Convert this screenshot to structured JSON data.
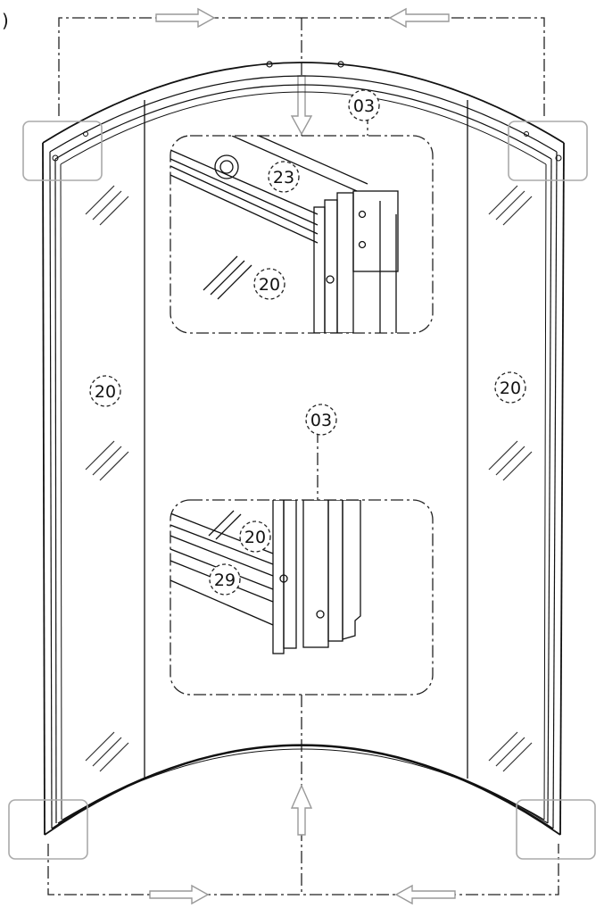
{
  "corner_mark": ")",
  "labels": {
    "part_03_top": "03",
    "part_23": "23",
    "part_20_inset_top": "20",
    "part_20_left": "20",
    "part_20_right": "20",
    "part_03_mid": "03",
    "part_20_inset_bottom": "20",
    "part_29": "29"
  },
  "colors": {
    "line": "#111111",
    "dashdot": "#222222",
    "arrow": "#999999",
    "corner_box": "#aaaaaa"
  }
}
